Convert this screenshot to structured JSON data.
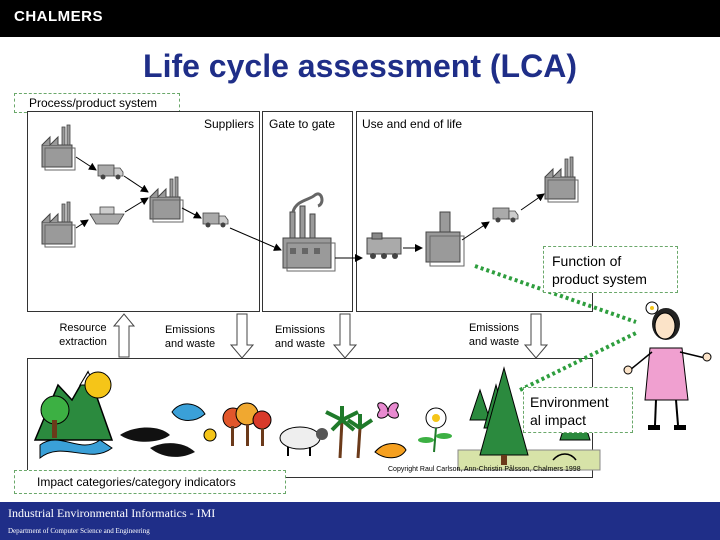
{
  "header": {
    "logo_text": "CHALMERS",
    "title": "Life cycle assessment (LCA)"
  },
  "labels": {
    "process_system": "Process/product system",
    "suppliers": "Suppliers",
    "gate_to_gate": "Gate to gate",
    "use_end_of_life": "Use and end of life",
    "resource_extraction_1": "Resource",
    "resource_extraction_2": "extraction",
    "emissions_1": "Emissions",
    "emissions_2": "and waste",
    "function_1": "Function of",
    "function_2": "product system",
    "env_impact_1": "Environment",
    "env_impact_2": "al impact",
    "impact_categories": "Impact categories/category indicators",
    "copyright": "Copyright Raul Carlson, Ann-Christin Pålsson, Chalmers 1998"
  },
  "footer": {
    "main": "Industrial Environmental Informatics - IMI",
    "sub": "Department of Computer Science and Engineering"
  },
  "colors": {
    "title_blue": "#1f2e88",
    "footer_blue": "#1f2e88",
    "dotted_green": "#2e9e3e"
  }
}
